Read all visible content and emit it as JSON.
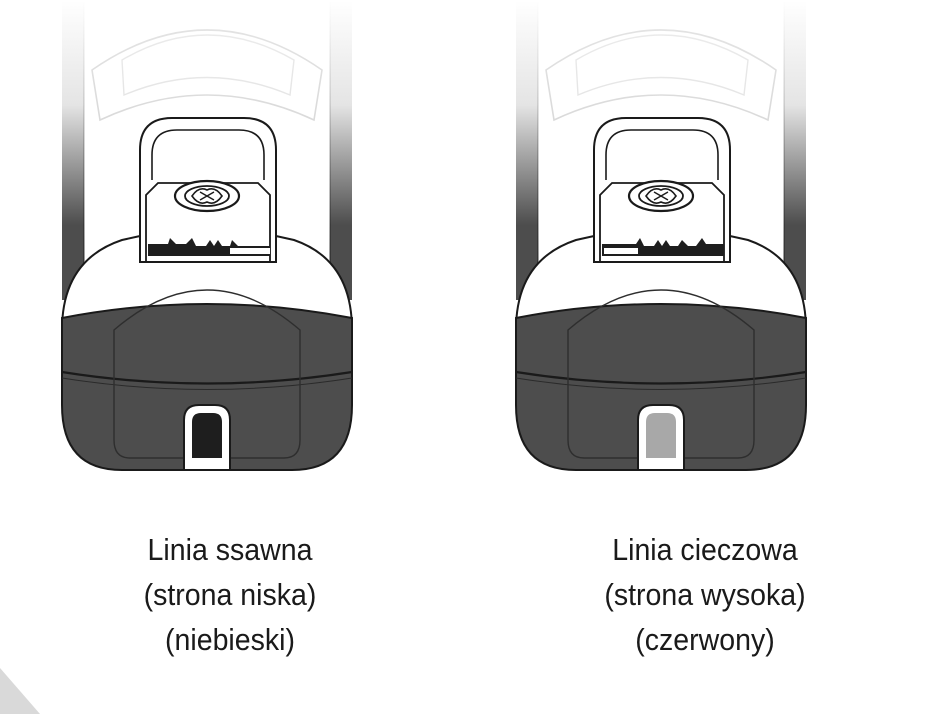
{
  "colors": {
    "body_dark": "#4d4d4d",
    "outline": "#1a1a1a",
    "port_suction": "#1e1e1e",
    "port_liquid": "#a8a8a8",
    "corner_triangle": "#d9d9d9"
  },
  "connectors": [
    {
      "id": "suction",
      "port_color": "#1e1e1e",
      "label_lines": [
        "Linia ssawna",
        "(strona niska)",
        "(niebieski)"
      ]
    },
    {
      "id": "liquid",
      "port_color": "#a8a8a8",
      "label_lines": [
        "Linia cieczowa",
        "(strona wysoka)",
        "(czerwony)"
      ]
    }
  ]
}
